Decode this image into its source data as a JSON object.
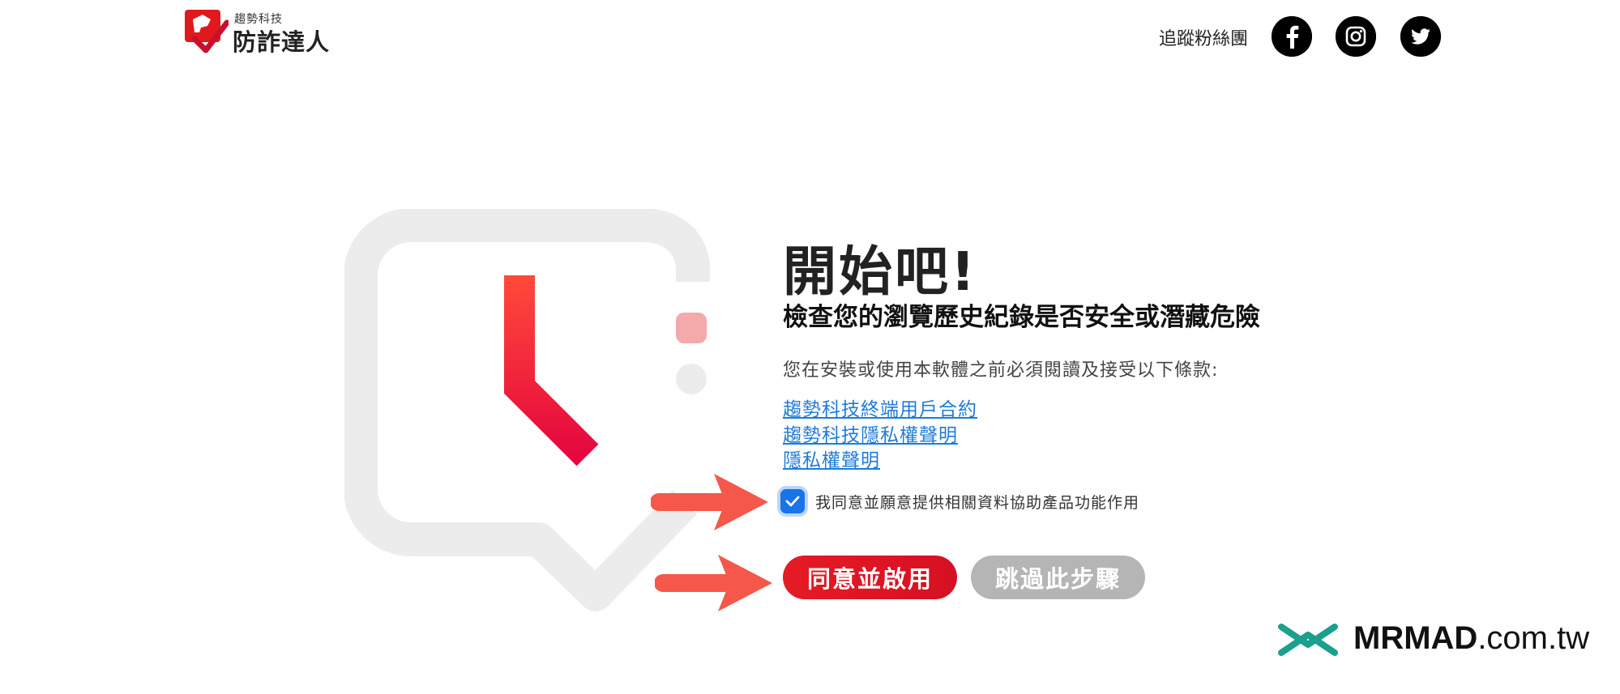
{
  "header": {
    "logo_small": "趨勢科技",
    "logo_big": "防詐達人",
    "follow_label": "追蹤粉絲團",
    "social": [
      {
        "icon": "facebook-icon"
      },
      {
        "icon": "instagram-icon"
      },
      {
        "icon": "twitter-icon"
      }
    ]
  },
  "main": {
    "title": "開始吧!",
    "subtitle": "檢查您的瀏覽歷史紀錄是否安全或潛藏危險",
    "terms_note": "您在安裝或使用本軟體之前必須閱讀及接受以下條款:",
    "links": [
      "趨勢科技終端用戶合約",
      "趨勢科技隱私權聲明",
      "隱私權聲明"
    ],
    "consent": {
      "label": "我同意並願意提供相關資料協助產品功能作用",
      "checked": true
    },
    "buttons": {
      "agree": "同意並啟用",
      "skip": "跳過此步驟"
    }
  },
  "watermark": {
    "brand": "MRMAD",
    "domain": ".com.tw"
  },
  "colors": {
    "accent": "#e51b24",
    "link": "#1f7bd8",
    "checkbox": "#1a73e8",
    "skip_button": "#b5b5b5",
    "annotation_arrow": "#f5574a",
    "watermark_logo": "#1aa08c"
  }
}
